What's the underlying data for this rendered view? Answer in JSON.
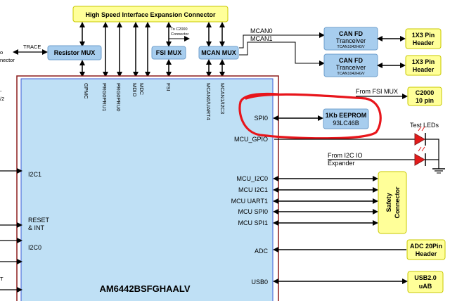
{
  "colors": {
    "chip_fill": "#bfe0f5",
    "chip_border": "#8b1c1c",
    "chip_inner": "#3b5bd6",
    "blue_box": "#a7cdee",
    "blue_box_border": "#6f9fcc",
    "yellow_box": "#ffff99",
    "yellow_box_border": "#c8c800",
    "highlight": "#e8151b",
    "led": "#e41a1a"
  },
  "top": {
    "expansion_connector": "High Speed Interface Expansion Connector"
  },
  "left": {
    "trace": "TRACE",
    "partial_to": "o",
    "partial_connector": "nector",
    "partial_1": "-",
    "partial_2": "/2",
    "partial_3": "T"
  },
  "blocks": {
    "resistor_mux": "Resistor MUX",
    "fsi_mux": "FSI MUX",
    "mcan_mux": "MCAN MUX",
    "to_c2000_line1": "To C2000",
    "to_c2000_line2": "Connector",
    "mcan0": "MCAN0",
    "mcan1": "MCAN1"
  },
  "can": [
    {
      "title_1": "CAN FD",
      "title_2": "Tranceiver",
      "part": "TCAN1042HGV",
      "header_1": "1X3 Pin",
      "header_2": "Header"
    },
    {
      "title_1": "CAN FD",
      "title_2": "Tranceiver",
      "part": "TCAN1042HGV",
      "header_1": "1X3 Pin",
      "header_2": "Header"
    }
  ],
  "chip": {
    "name": "AM6442BSFGHAALV",
    "top_pins": [
      "GPMC",
      "PRG0PRU1",
      "PRG0PRU0",
      "MDIO",
      "MDC",
      "FSI",
      "MCAN0/UART4",
      "MCAN1/I2C3"
    ],
    "left_pins": [
      "I2C1",
      "RESET",
      "& INT",
      "I2C0"
    ],
    "right_pins": {
      "spi0": "SPI0",
      "mcu_gpio": "MCU_GPIO",
      "mcu_i2c0": "MCU_I2C0",
      "mcu_i2c1": "MCU I2C1",
      "mcu_uart1": "MCU UART1",
      "mcu_spi0": "MCU SPI0",
      "mcu_spi1": "MCU SPI1",
      "adc": "ADC",
      "usb0": "USB0"
    }
  },
  "right": {
    "from_fsi_mux": "From FSI MUX",
    "c2000_1": "C2000",
    "c2000_2": "10 pin",
    "eeprom_1": "1Kb EEPROM",
    "eeprom_2": "93LC46B",
    "test_leds": "Test LEDs",
    "from_i2c_1": "From I2C IO",
    "from_i2c_2": "Expander",
    "safety_1": "Safety",
    "safety_2": "Connector",
    "adc_1": "ADC 20Pin",
    "adc_2": "Header",
    "usb_1": "USB2.0",
    "usb_2": "uAB"
  }
}
